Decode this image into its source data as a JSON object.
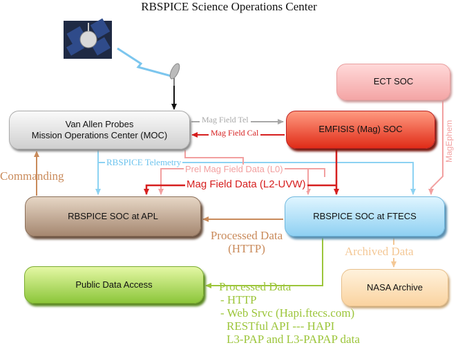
{
  "title": "RBSPICE Science Operations Center",
  "boxes": {
    "moc_line1": "Van Allen Probes",
    "moc_line2": "Mission Operations Center (MOC)",
    "emfisis": "EMFISIS (Mag) SOC",
    "ect": "ECT SOC",
    "apl": "RBSPICE SOC at APL",
    "ftecs": "RBSPICE SOC at FTECS",
    "public": "Public Data Access",
    "nasa": "NASA Archive"
  },
  "labels": {
    "mag_field_tel": "Mag Field Tel",
    "mag_field_cal": "Mag Field Cal",
    "rbspice_telemetry": "RBSPICE Telemetry",
    "prel_mag": "Prel Mag Field Data (L0)",
    "mag_l2": "Mag Field Data (L2-UVW)",
    "commanding": "Commanding",
    "magephem": "MagEphem",
    "processed_http_1": "Processed Data",
    "processed_http_2": "(HTTP)",
    "archived": "Archived Data",
    "public_desc": [
      "Processed Data",
      "- HTTP",
      "- Web Srvc (Hapi.ftecs.com)",
      "RESTful API --- HAPI",
      "L3-PAP and L3-PAPAP data"
    ]
  },
  "colors": {
    "black": "#111111",
    "gray": "#a8a8a8",
    "red": "#d61e1e",
    "pink": "#f2a0a0",
    "light_blue": "#8cd2f2",
    "brown": "#c98a5a",
    "green": "#9cc53a",
    "orange": "#f4c896"
  }
}
